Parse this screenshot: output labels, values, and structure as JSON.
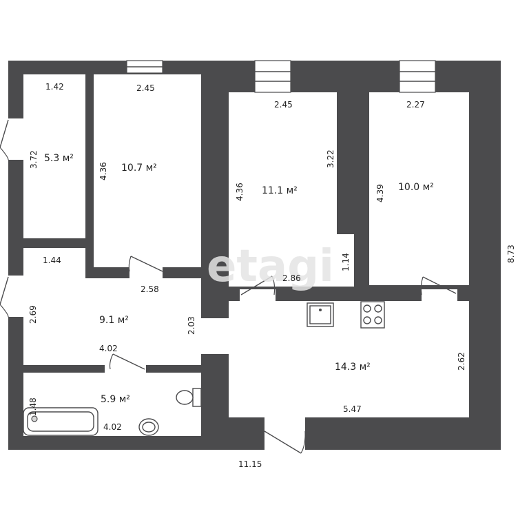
{
  "watermark": "etagi",
  "rooms": [
    {
      "id": "storage",
      "area": "5.3 м²",
      "width": "1.42",
      "height": "3.72"
    },
    {
      "id": "bedroom-1",
      "area": "10.7 м²",
      "width": "2.45",
      "height": "4.36"
    },
    {
      "id": "bedroom-2",
      "area": "11.1 м²",
      "width": "2.45",
      "height": "4.36",
      "side": "3.22",
      "notch": "1.14",
      "bottom": "2.86"
    },
    {
      "id": "bedroom-3",
      "area": "10.0 м²",
      "width": "2.27",
      "height": "4.39"
    },
    {
      "id": "hall",
      "area": "9.1 м²",
      "width": "1.44",
      "height": "2.69",
      "right": "2.03",
      "mid": "2.58",
      "bottom": "4.02"
    },
    {
      "id": "bathroom",
      "area": "5.9 м²",
      "width": "4.02",
      "height": "1.48"
    },
    {
      "id": "kitchen",
      "area": "14.3 м²",
      "width": "5.47",
      "height": "2.62"
    }
  ],
  "overall": {
    "width": "11.15",
    "height": "8.73"
  }
}
